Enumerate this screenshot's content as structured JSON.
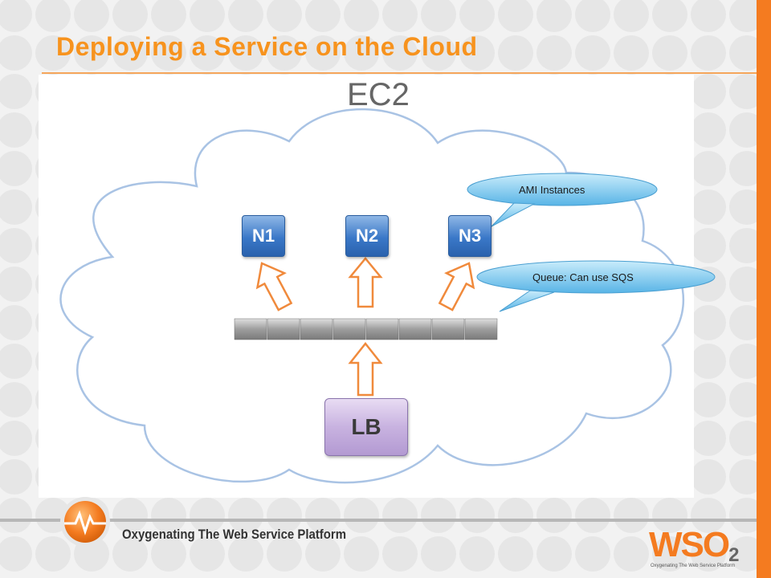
{
  "slide": {
    "title": "Deploying a Service on the Cloud",
    "ec2_label": "EC2",
    "nodes": [
      "N1",
      "N2",
      "N3"
    ],
    "load_balancer": "LB",
    "callouts": {
      "ami": "AMI Instances",
      "queue": "Queue: Can use SQS"
    },
    "queue_cells": 8
  },
  "footer": {
    "tagline": "Oxygenating The Web Service Platform",
    "brand": "WSO",
    "brand_sub": "2",
    "brand_caption": "Oxygenating The Web Service Platform"
  },
  "colors": {
    "accent": "#f47b20",
    "title": "#f7931e",
    "node_blue": "#3a78c8",
    "lb_purple": "#c8b2e0",
    "callout_blue": "#5db8e8",
    "cloud_stroke": "#a9c3e4"
  }
}
